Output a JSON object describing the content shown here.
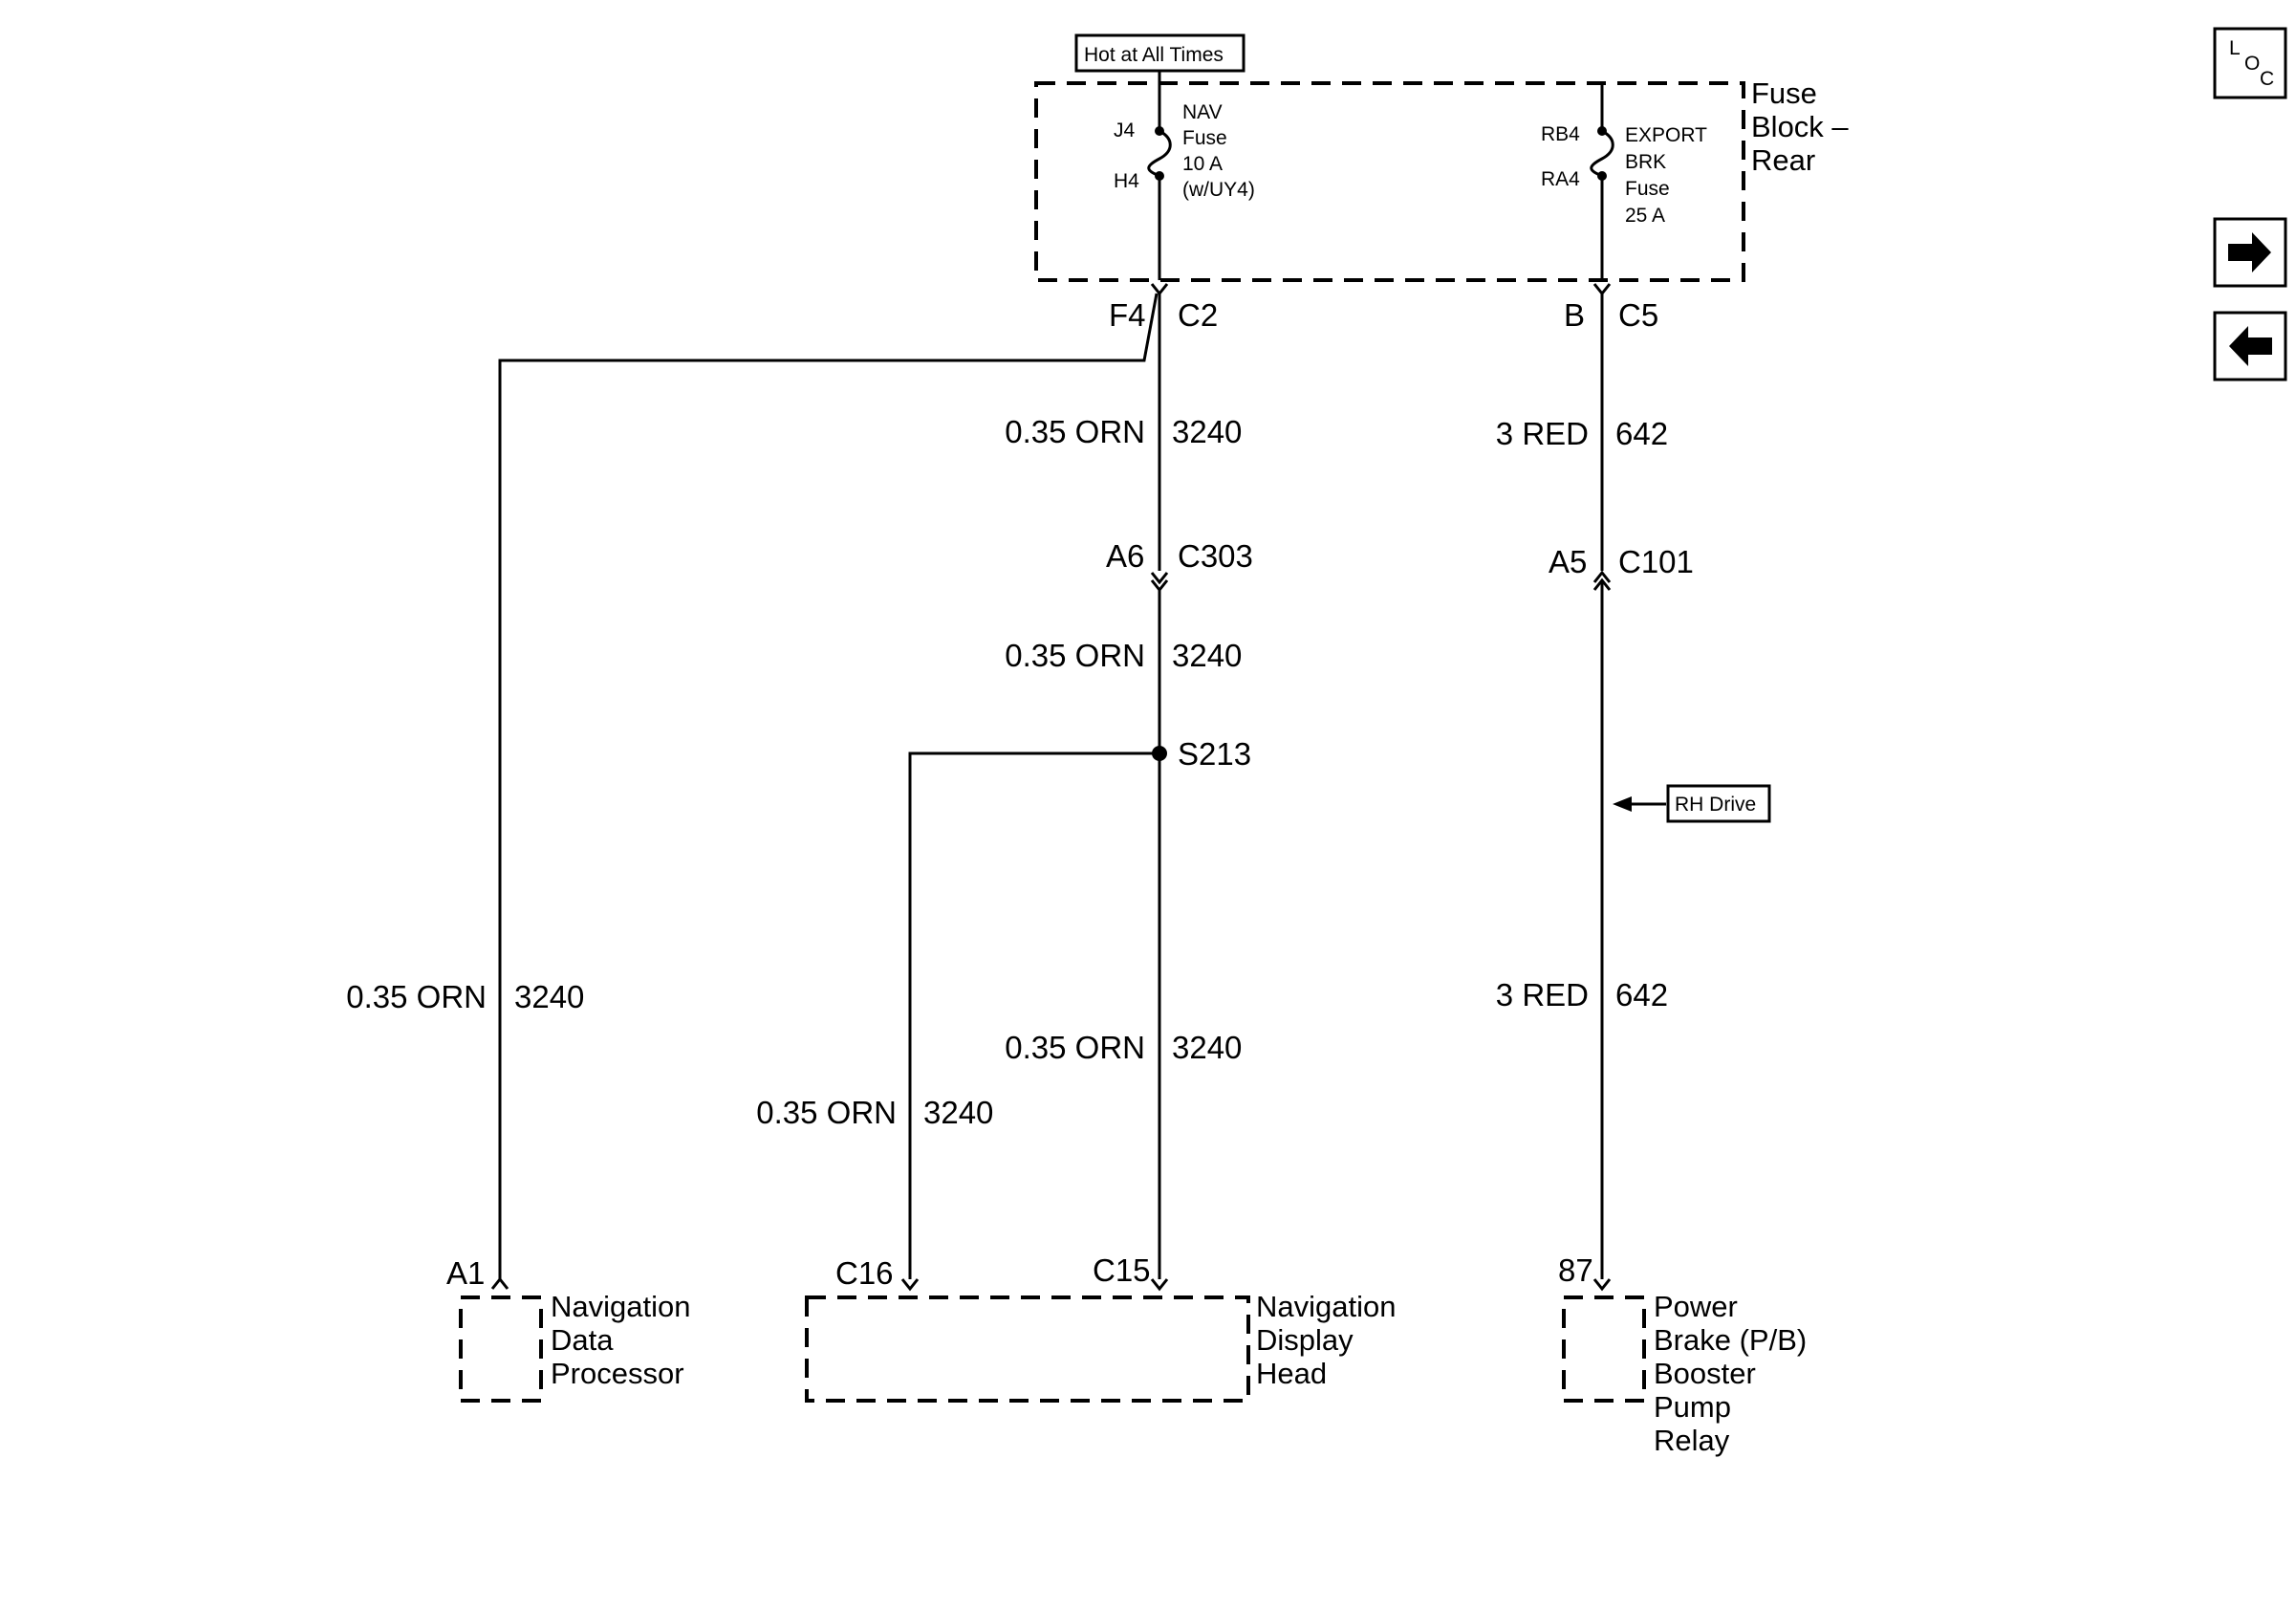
{
  "hot_label": "Hot at All Times",
  "fuse_block": {
    "line1": "Fuse",
    "line2": "Block –",
    "line3": "Rear"
  },
  "nav_fuse": {
    "pin_top": "J4",
    "pin_bottom": "H4",
    "line1": "NAV",
    "line2": "Fuse",
    "line3": "10 A",
    "line4": "(w/UY4)"
  },
  "export_fuse": {
    "pin_top": "RB4",
    "pin_bottom": "RA4",
    "line1": "EXPORT",
    "line2": "BRK",
    "line3": "Fuse",
    "line4": "25 A"
  },
  "connectors": {
    "f4": "F4",
    "c2": "C2",
    "b": "B",
    "c5": "C5",
    "a6": "A6",
    "c303": "C303",
    "a5": "A5",
    "c101": "C101",
    "s213": "S213",
    "a1": "A1",
    "c16": "C16",
    "c15": "C15",
    "p87": "87"
  },
  "wires": {
    "w1": {
      "gauge": "0.35 ORN",
      "circuit": "3240"
    },
    "w2": {
      "gauge": "0.35 ORN",
      "circuit": "3240"
    },
    "w3": {
      "gauge": "0.35 ORN",
      "circuit": "3240"
    },
    "w4": {
      "gauge": "0.35 ORN",
      "circuit": "3240"
    },
    "w5": {
      "gauge": "0.35 ORN",
      "circuit": "3240"
    },
    "r1": {
      "gauge": "3 RED",
      "circuit": "642"
    },
    "r2": {
      "gauge": "3 RED",
      "circuit": "642"
    }
  },
  "rh_drive": "RH Drive",
  "components": {
    "ndp": {
      "line1": "Navigation",
      "line2": "Data",
      "line3": "Processor"
    },
    "ndh": {
      "line1": "Navigation",
      "line2": "Display",
      "line3": "Head"
    },
    "pbb": {
      "line1": "Power",
      "line2": "Brake (P/B)",
      "line3": "Booster",
      "line4": "Pump",
      "line5": "Relay"
    }
  },
  "nav_buttons": {
    "loc_l": "L",
    "loc_o": "O",
    "loc_c": "C"
  },
  "icons": {
    "next": "arrow-right-icon",
    "prev": "arrow-left-icon"
  }
}
